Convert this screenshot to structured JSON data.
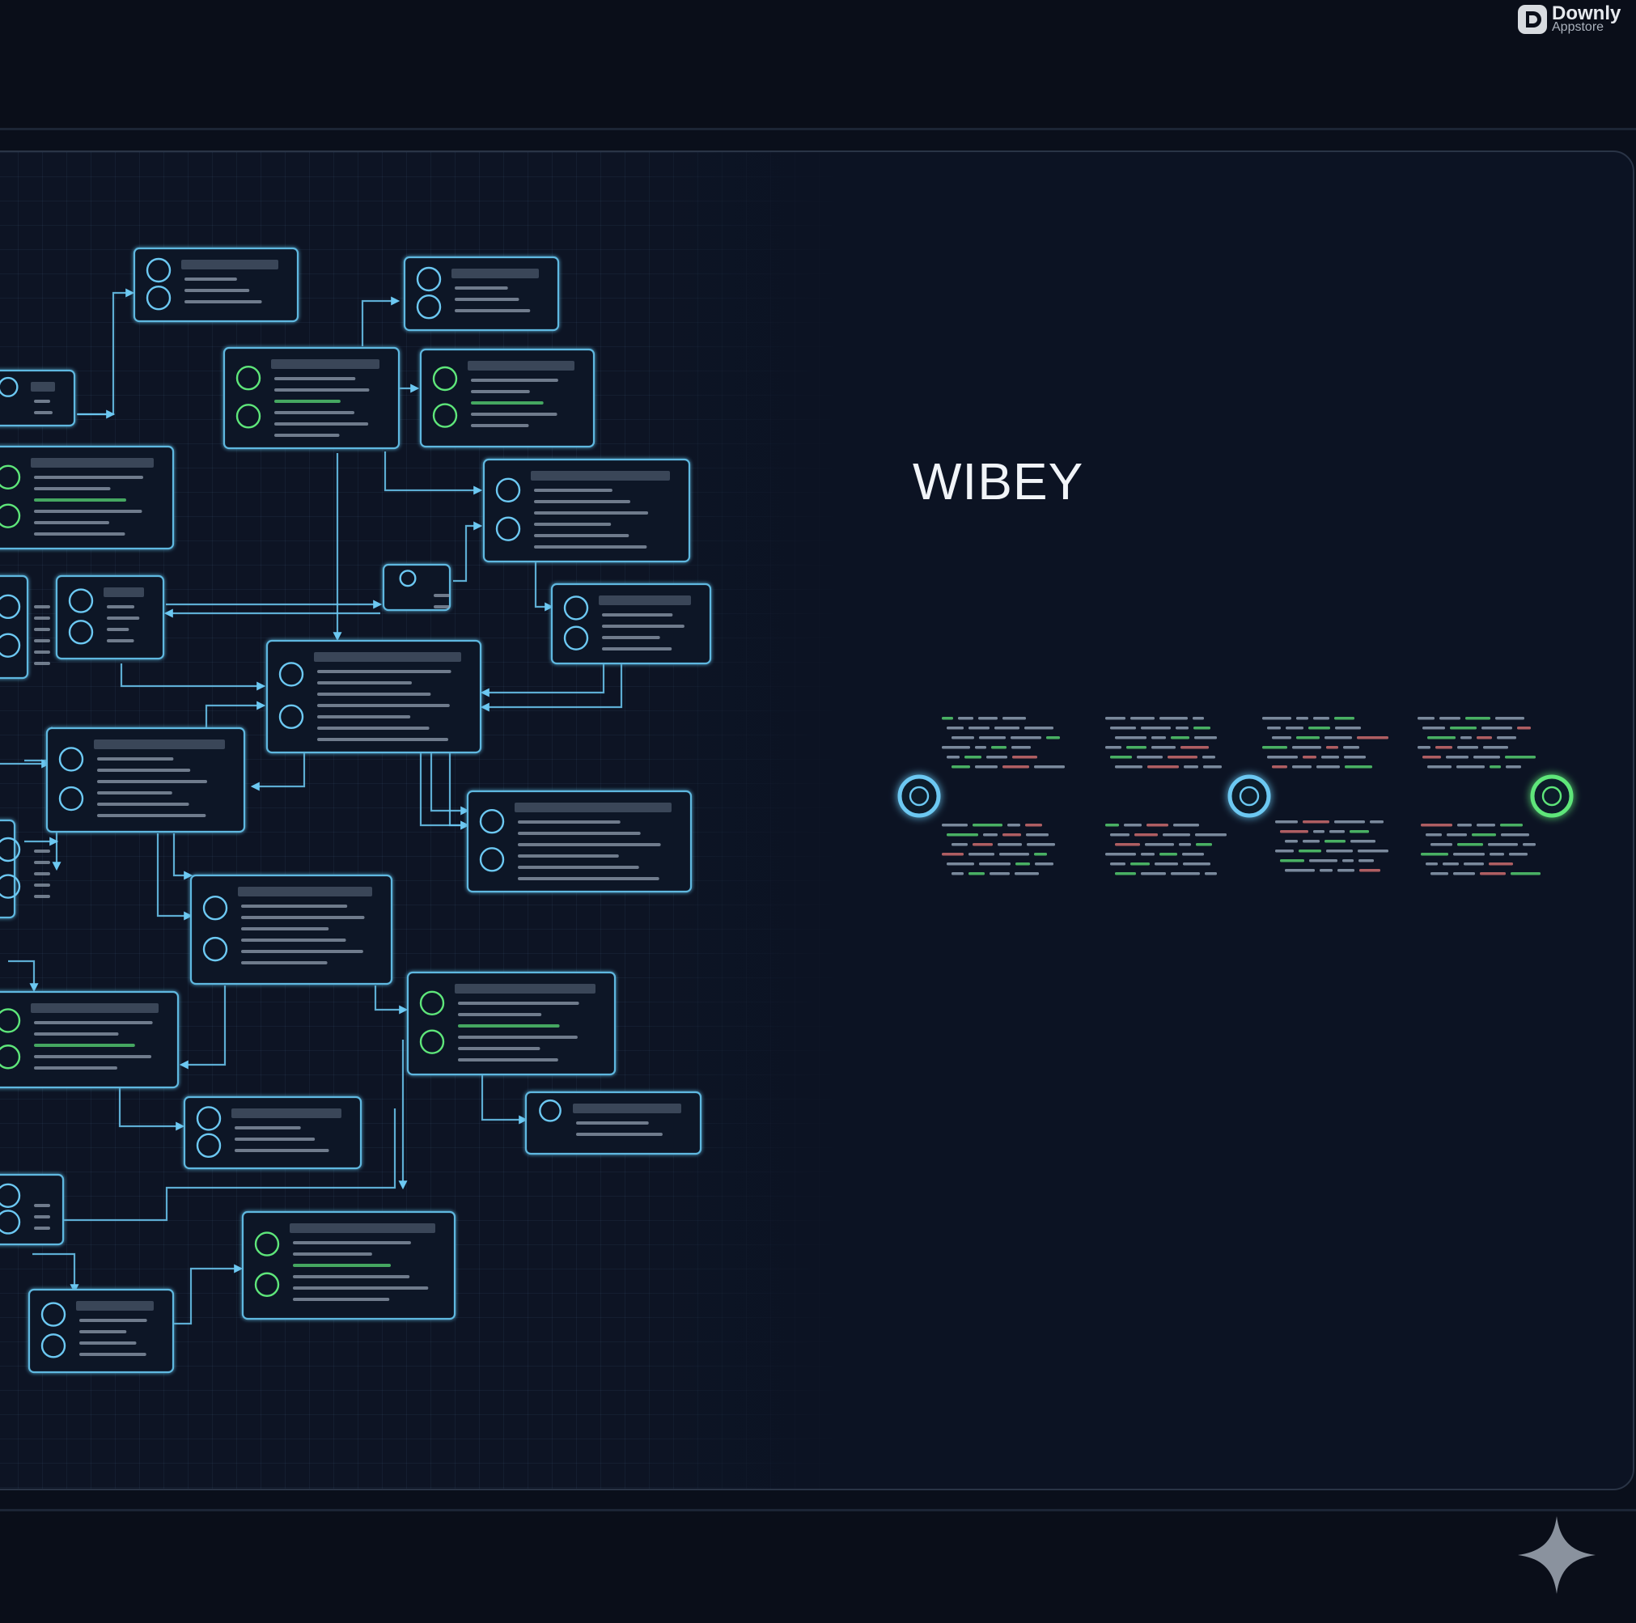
{
  "app": {
    "brand_title": "WIBEY"
  },
  "watermark": {
    "line1": "Downly",
    "line2": "Appstore"
  },
  "icons": {
    "timeline_start": "user-icon",
    "timeline_mid": "document-icon",
    "timeline_end": "check-circle-icon",
    "corner": "sparkle-icon"
  },
  "colors": {
    "background": "#0a0f1b",
    "node_border": "#5fb8e0",
    "accent_blue": "#6cc8f2",
    "accent_green": "#5ee67a",
    "text": "#f1f4f8"
  }
}
